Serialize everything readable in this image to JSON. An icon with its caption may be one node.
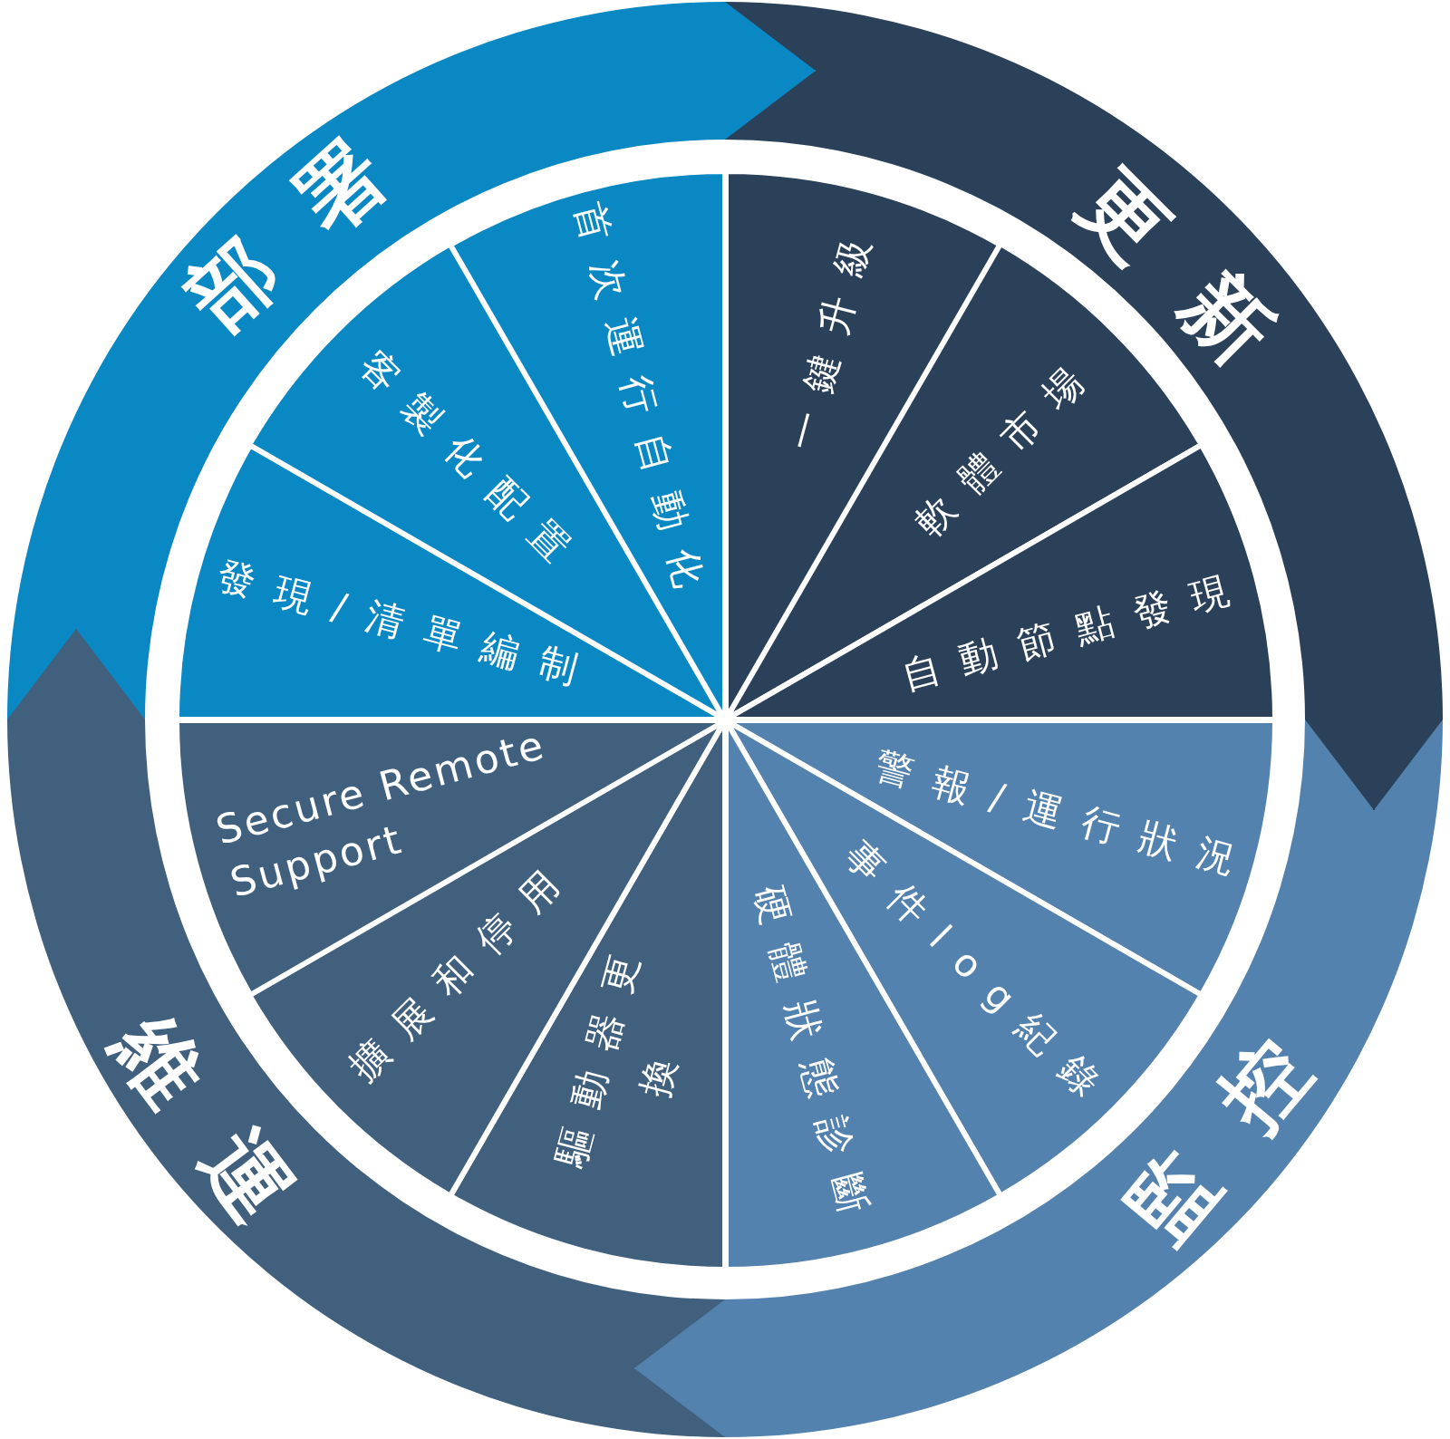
{
  "diagram": {
    "nodes": [
      {
        "text": [
          "部署"
        ]
      },
      {
        "text": [
          "更新"
        ]
      },
      {
        "text": [
          "監控"
        ]
      },
      {
        "text": [
          "維運"
        ]
      },
      {
        "text": [
          "發現/清單編制"
        ]
      },
      {
        "text": [
          "客製化配置"
        ]
      },
      {
        "text": [
          "首次運行自動化"
        ]
      },
      {
        "text": [
          "一鍵升級"
        ]
      },
      {
        "text": [
          "軟體市場"
        ]
      },
      {
        "text": [
          "自動節點發現"
        ]
      },
      {
        "text": [
          "警報/運行狀況"
        ]
      },
      {
        "text": [
          "事件log紀錄"
        ]
      },
      {
        "text": [
          "硬體狀態診斷"
        ]
      },
      {
        "text": [
          "驅動器更換"
        ]
      },
      {
        "text": [
          "擴展和停用"
        ]
      },
      {
        "text": [
          "Secure Remote Support"
        ]
      }
    ],
    "edges": [
      {
        "from": 0,
        "to": 1,
        "arrow": "to",
        "color": "#0a88c4"
      },
      {
        "from": 1,
        "to": 2,
        "arrow": "to",
        "color": "#2b4159"
      },
      {
        "from": 2,
        "to": 3,
        "arrow": "to",
        "color": "#5482ae"
      },
      {
        "from": 3,
        "to": 0,
        "arrow": "to",
        "color": "#40607e"
      }
    ]
  }
}
